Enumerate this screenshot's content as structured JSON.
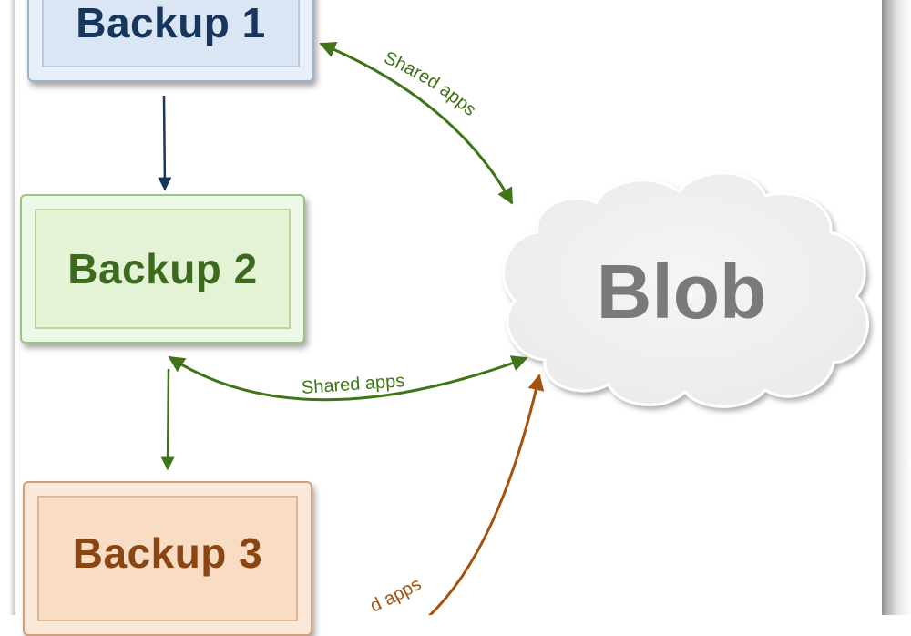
{
  "diagram": {
    "nodes": {
      "backup1": {
        "label": "Backup 1"
      },
      "backup2": {
        "label": "Backup 2"
      },
      "backup3": {
        "label": "Backup 3"
      },
      "cloud": {
        "label": "Blob"
      }
    },
    "edges": {
      "backup1_blob": {
        "label": "Shared apps"
      },
      "backup2_blob": {
        "label": "Shared apps"
      },
      "backup3_blob": {
        "label": "d apps"
      }
    }
  },
  "colors": {
    "blue": "#17365d",
    "green": "#3c6b1e",
    "brown": "#8a4512",
    "cloud_text": "#7a7a7a"
  }
}
